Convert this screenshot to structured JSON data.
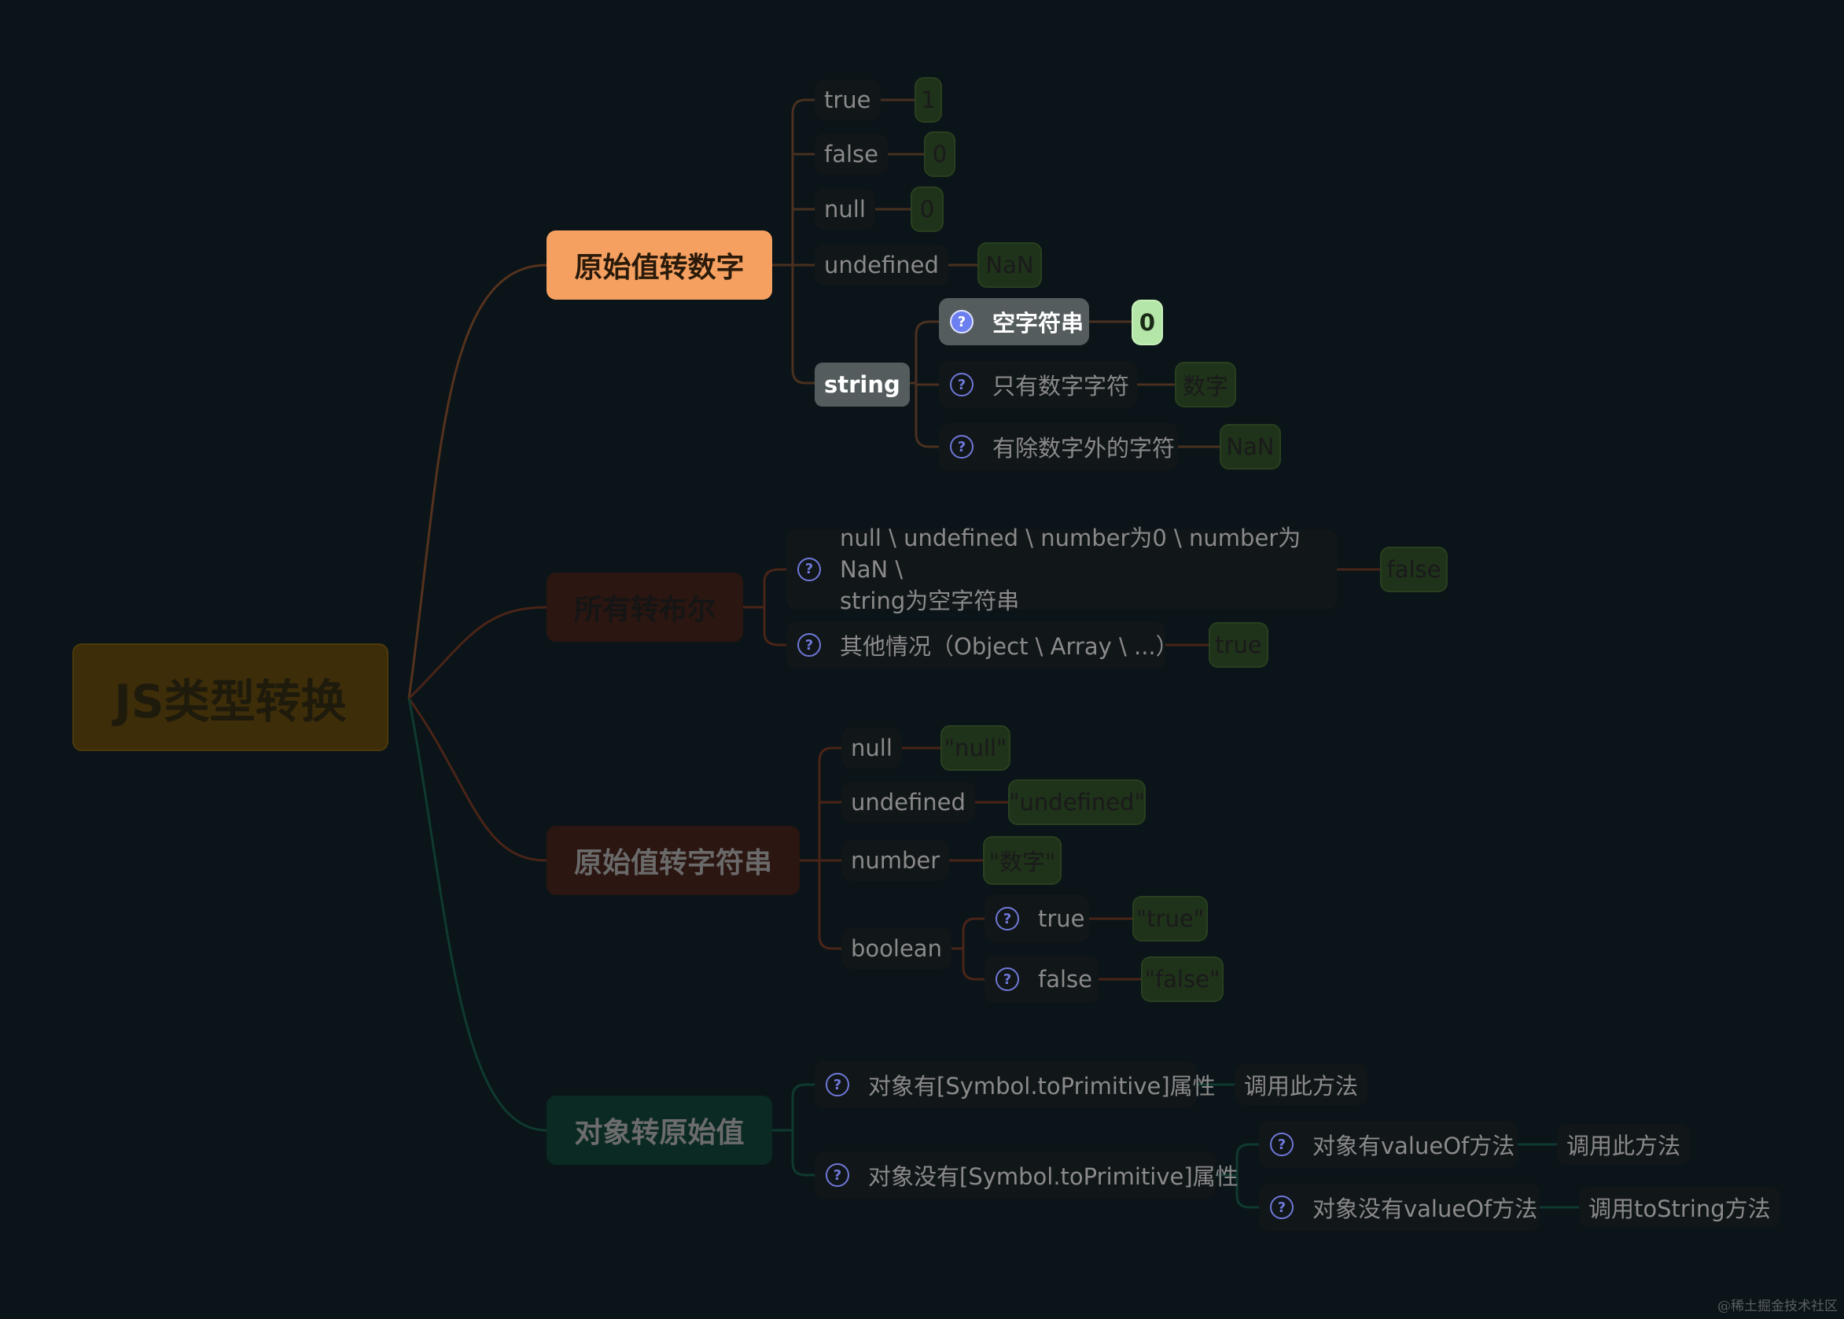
{
  "root": {
    "label": "JS类型转换"
  },
  "branches": {
    "to_number": {
      "label": "原始值转数字",
      "items": {
        "true": {
          "key": "true",
          "value": "1"
        },
        "false": {
          "key": "false",
          "value": "0"
        },
        "null": {
          "key": "null",
          "value": "0"
        },
        "undefined": {
          "key": "undefined",
          "value": "NaN"
        },
        "string": {
          "key": "string",
          "children": {
            "empty": {
              "label": "空字符串",
              "value": "0"
            },
            "digits_only": {
              "label": "只有数字字符",
              "value": "数字"
            },
            "non_digits": {
              "label": "有除数字外的字符",
              "value": "NaN"
            }
          }
        }
      }
    },
    "to_boolean": {
      "label": "所有转布尔",
      "items": {
        "falsy": {
          "line1": "null \\ undefined \\ number为0 \\ number为NaN \\",
          "line2": "string为空字符串",
          "value": "false"
        },
        "other": {
          "label": "其他情况（Object \\ Array \\ ...）",
          "value": "true"
        }
      }
    },
    "to_string": {
      "label": "原始值转字符串",
      "items": {
        "null": {
          "key": "null",
          "value": "\"null\""
        },
        "undefined": {
          "key": "undefined",
          "value": "\"undefined\""
        },
        "number": {
          "key": "number",
          "value": "\"数字\""
        },
        "boolean": {
          "key": "boolean",
          "children": {
            "true": {
              "label": "true",
              "value": "\"true\""
            },
            "false": {
              "label": "false",
              "value": "\"false\""
            }
          }
        }
      }
    },
    "object_to_primitive": {
      "label": "对象转原始值",
      "items": {
        "has_symbol": {
          "label": "对象有[Symbol.toPrimitive]属性",
          "result": "调用此方法"
        },
        "no_symbol": {
          "label": "对象没有[Symbol.toPrimitive]属性",
          "children": {
            "has_valueof": {
              "label": "对象有valueOf方法",
              "result": "调用此方法"
            },
            "no_valueof": {
              "label": "对象没有valueOf方法",
              "result": "调用toString方法"
            }
          }
        }
      }
    }
  },
  "icon_glyph": "?",
  "watermark": "@稀土掘金技术社区",
  "colors": {
    "background": "#0b1418",
    "root": "#3d2d09",
    "to_number": "#f5a060",
    "to_boolean": "#2b1611",
    "to_string": "#2b1611",
    "object_to_primitive": "#0c2a24",
    "value_box": "#1f321a",
    "selected_topic": "#545c5e",
    "selected_value": "#b4e6a8"
  }
}
